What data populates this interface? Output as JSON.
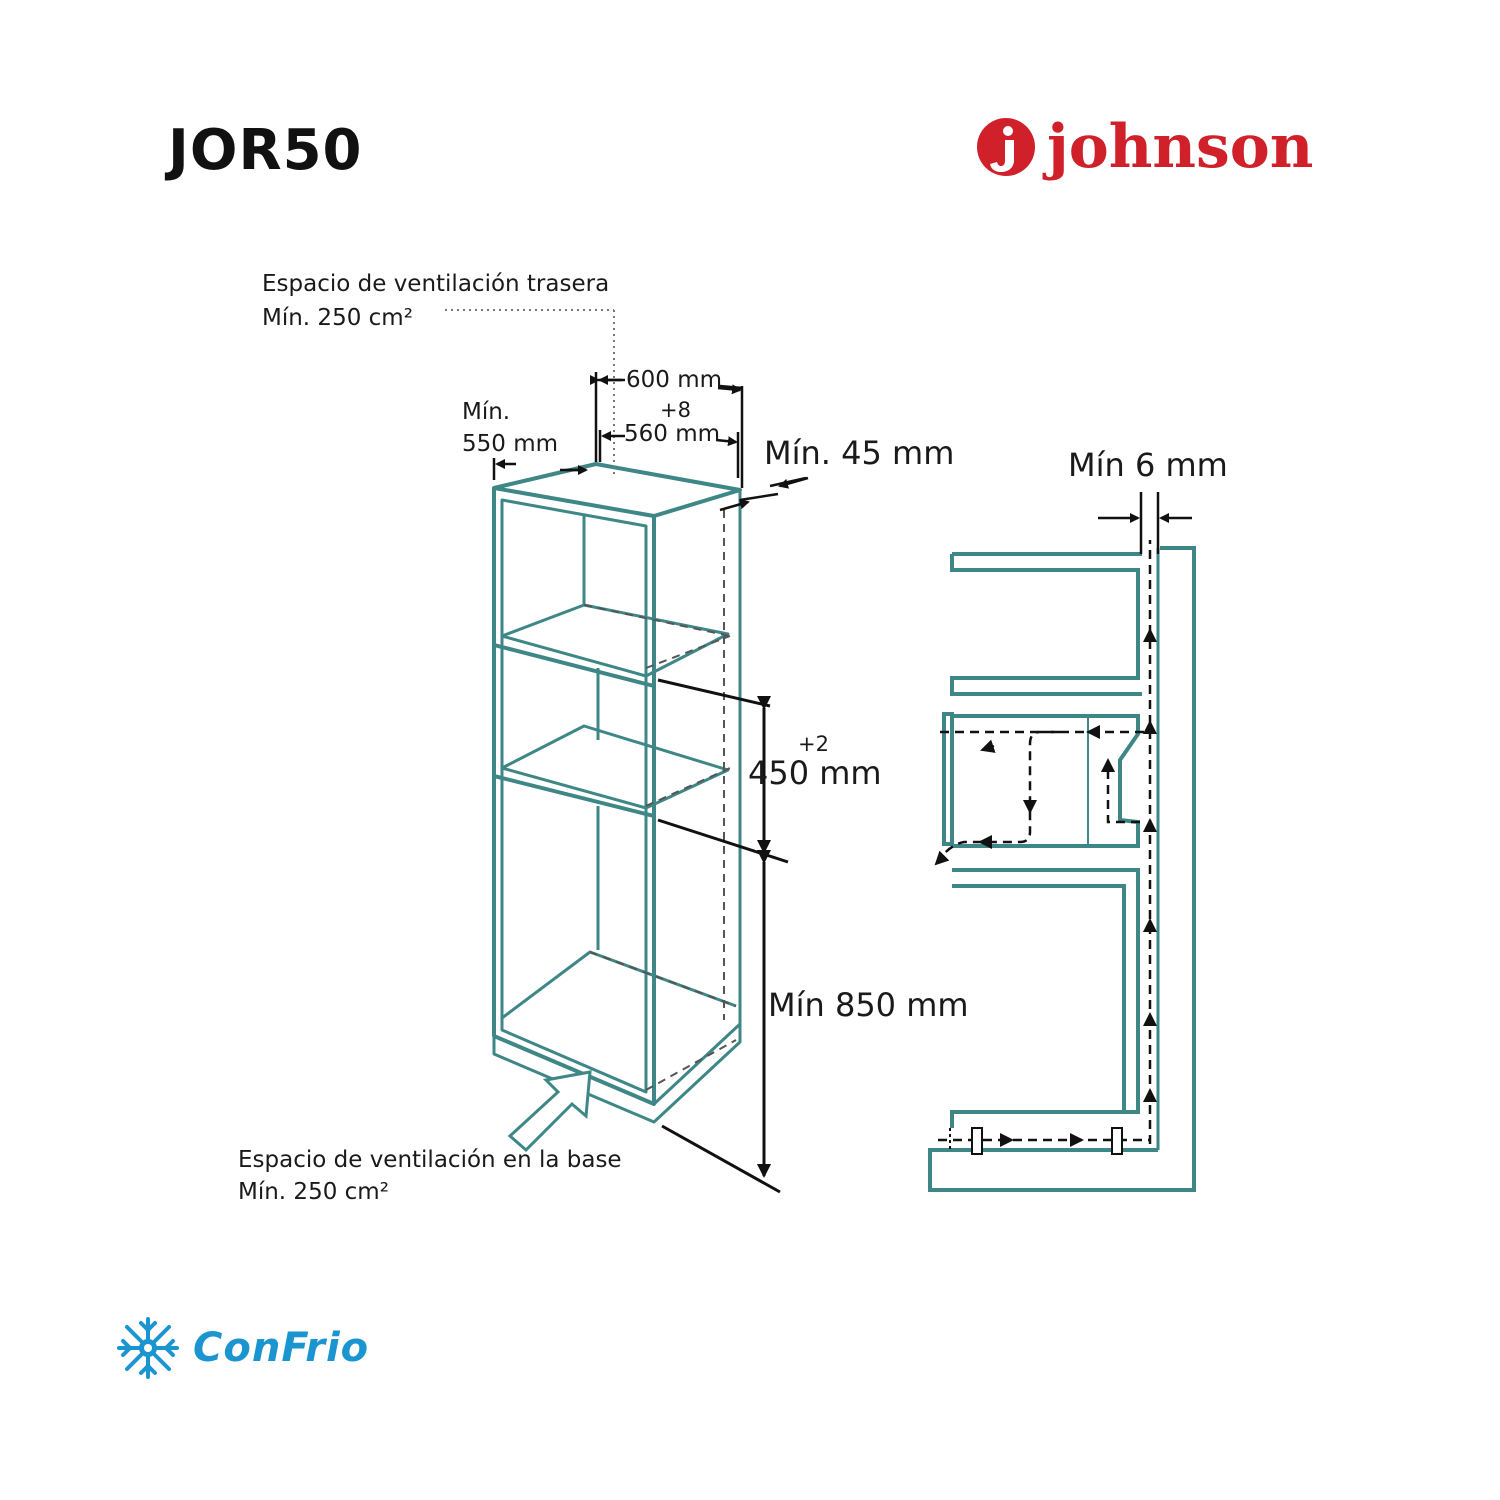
{
  "header": {
    "model": "JOR50",
    "brand": "johnson"
  },
  "labels": {
    "rear_vent_title": "Espacio de ventilación trasera",
    "rear_vent_min": "Mín. 250 cm²",
    "width_600": "600 mm",
    "tol_plus8": "+8",
    "width_560": "560 mm",
    "min_word": "Mín.",
    "depth_550": "550 mm",
    "min_45": "Mín. 45 mm",
    "tol_plus2": "+2",
    "height_450": "450 mm",
    "min_850": "Mín 850 mm",
    "base_vent_title": "Espacio de ventilación en la base",
    "base_vent_min": "Mín. 250 cm²",
    "min_6": "Mín 6 mm"
  },
  "footer": {
    "logo": "ConFrio"
  },
  "colors": {
    "cabinet": "#3f8787",
    "brand_red": "#d0212a",
    "confrio_blue": "#1a95d0",
    "ink": "#111111"
  }
}
